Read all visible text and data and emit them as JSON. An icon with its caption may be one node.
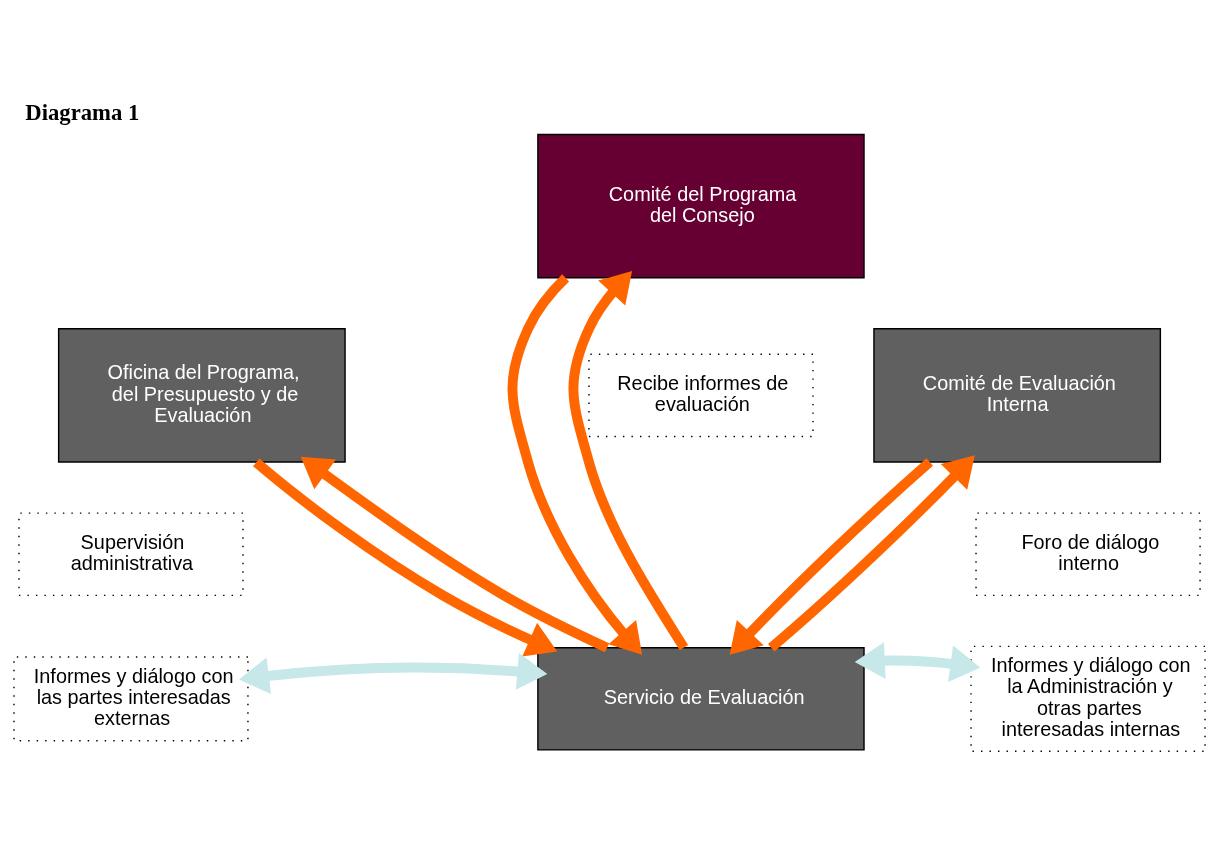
{
  "diagram": {
    "title": "Diagrama 1",
    "nodes": [
      {
        "text": [
          "Comité del Programa del Consejo"
        ]
      },
      {
        "text": [
          "Oficina del Programa, del Presupuesto y de Evaluación"
        ]
      },
      {
        "text": [
          "Comité de Evaluación Interna"
        ]
      },
      {
        "text": [
          "Recibe informes de evaluación"
        ]
      },
      {
        "text": [
          "Supervisión administrativa"
        ]
      },
      {
        "text": [
          "Foro de diálogo interno"
        ]
      },
      {
        "text": [
          "Servicio de Evaluación"
        ]
      },
      {
        "text": [
          "Informes y diálogo con las partes interesadas externas"
        ]
      },
      {
        "text": [
          "Informes y diálogo con la Administración y otras partes interesadas internas"
        ]
      }
    ],
    "edges": [
      {
        "from": 6,
        "to": 0,
        "arrow": "to"
      },
      {
        "from": 0,
        "to": 6,
        "arrow": "to"
      },
      {
        "from": 6,
        "to": 1,
        "arrow": "to"
      },
      {
        "from": 1,
        "to": 6,
        "arrow": "to"
      },
      {
        "from": 2,
        "to": 6,
        "arrow": "to"
      },
      {
        "from": 6,
        "to": 2,
        "arrow": "to"
      },
      {
        "from": 6,
        "to": 7,
        "arrow": "both",
        "color": "#c6e8e8"
      },
      {
        "from": 6,
        "to": 8,
        "arrow": "both",
        "color": "#c6e8e8"
      }
    ]
  }
}
